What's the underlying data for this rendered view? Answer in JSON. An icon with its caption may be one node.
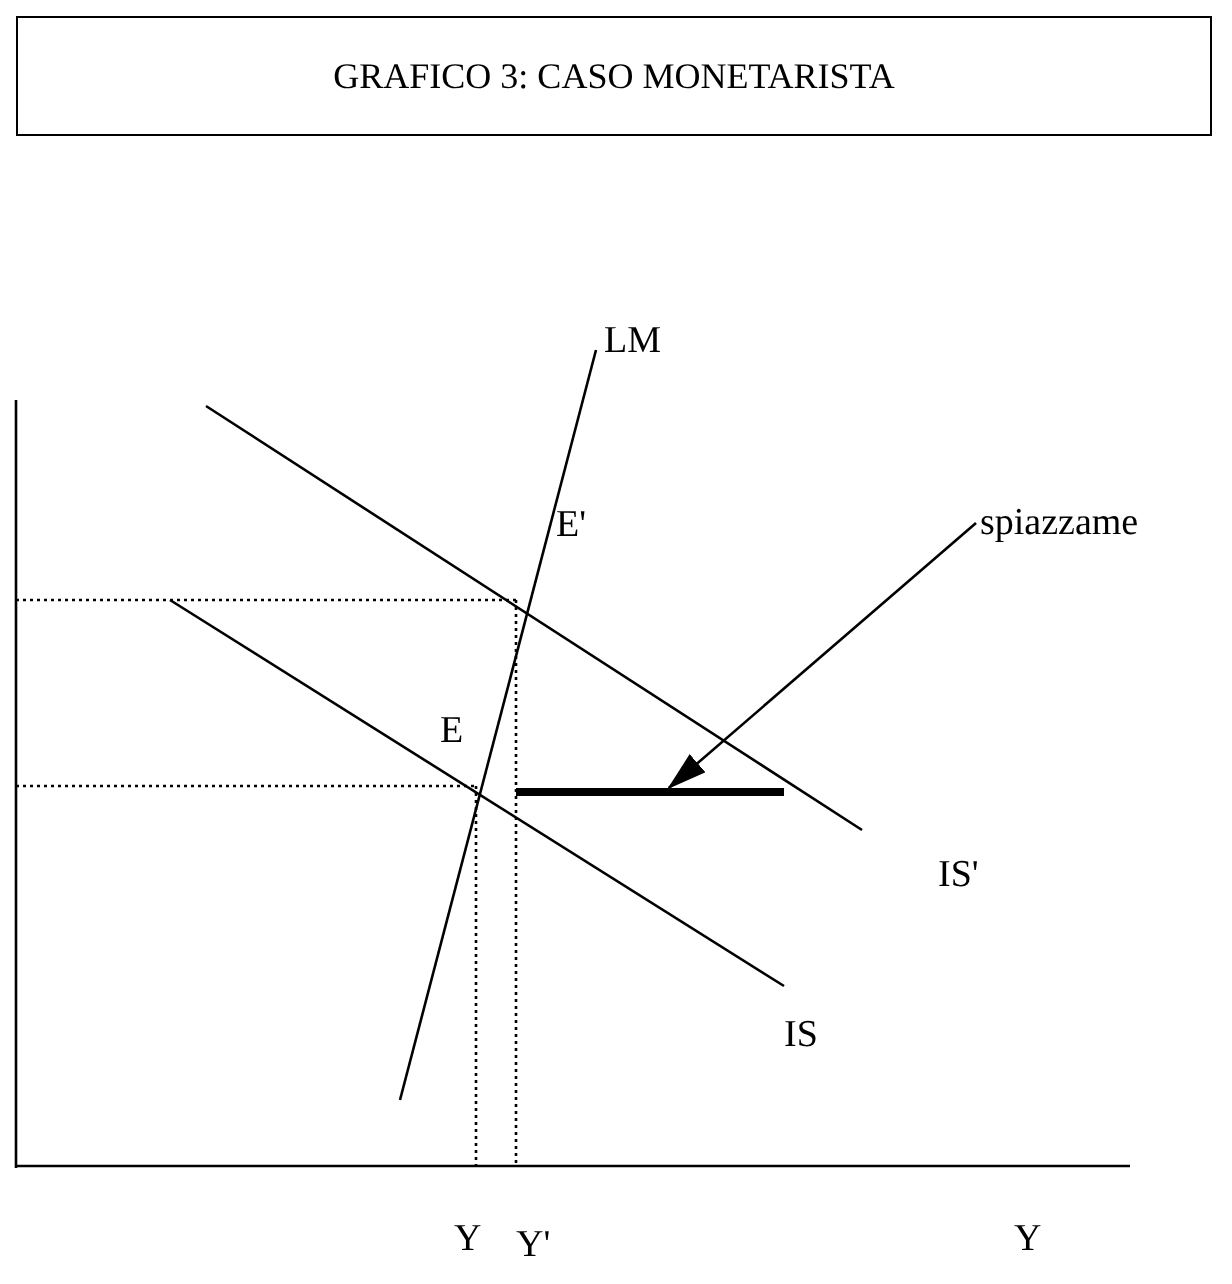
{
  "diagram": {
    "nodes": [
      {
        "text": [
          "GRAFICO 3: CASO MONETARISTA"
        ]
      },
      {
        "text": [
          "spiazzame"
        ]
      },
      {
        "text": [],
        "shape": "bar"
      }
    ],
    "edges": [
      {
        "from": 1,
        "to": 2,
        "arrow": "to"
      }
    ],
    "labels": [
      "LM",
      "E'",
      "E",
      "IS'",
      "IS",
      "Y",
      "Y'",
      "Y"
    ]
  }
}
